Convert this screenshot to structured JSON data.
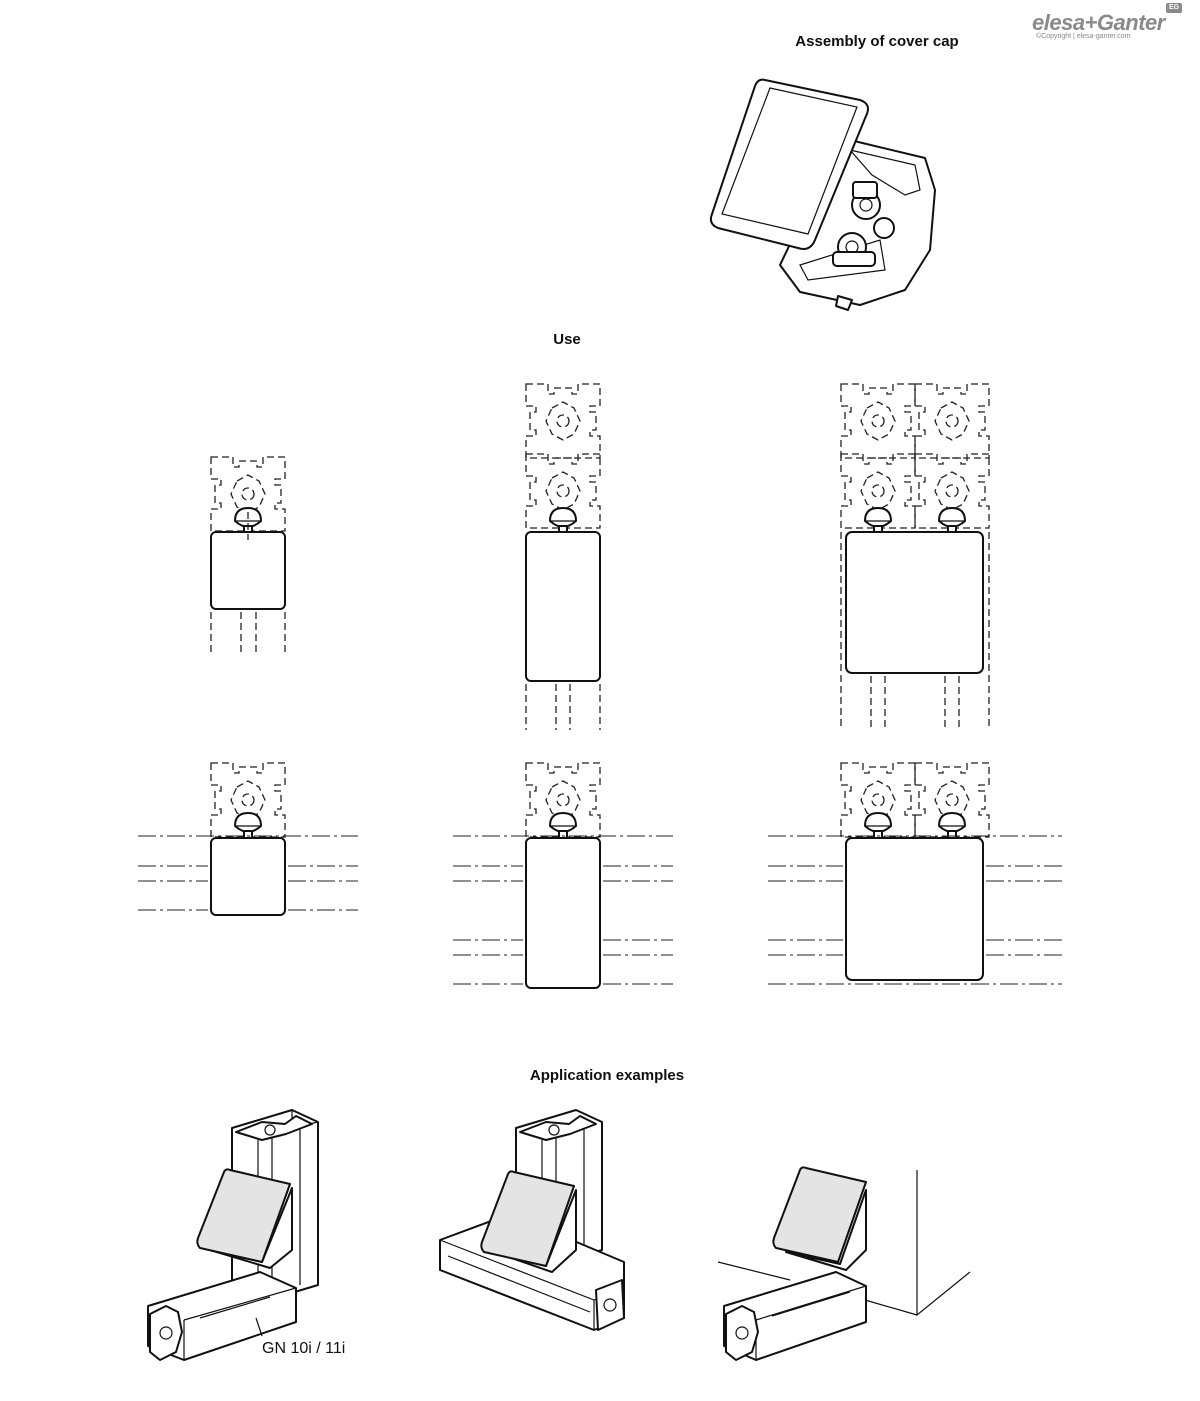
{
  "logo": {
    "brand": "elesa+Ganter",
    "badge": "EG",
    "copyright": "©Copyright | elesa-ganter.com"
  },
  "sections": {
    "assembly_title": "Assembly of cover cap",
    "use_title": "Use",
    "application_title": "Application examples"
  },
  "callouts": {
    "profile_label": "GN 10i / 11i"
  }
}
